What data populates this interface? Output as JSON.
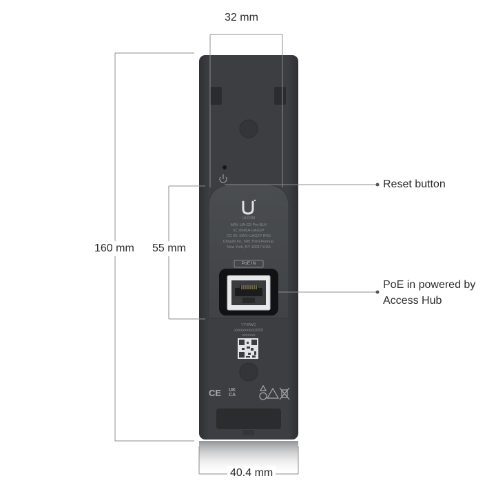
{
  "dimensions": {
    "top_width": "32 mm",
    "height_total": "160 mm",
    "height_module": "55 mm",
    "bottom_width": "40.4 mm"
  },
  "callouts": {
    "reset": "Reset button",
    "poe_line1": "PoE in powered by",
    "poe_line2": "Access Hub"
  },
  "device": {
    "brand": "ULCOM",
    "label_lines": [
      "M/N: UA-G2-Pro-BLK",
      "IC: 6545A-UAG2P",
      "CC ID: SWX-UAG2P   IP55",
      "Ubiquiti Inc. 685 Third Avenue,",
      "New York, NY 10017 USA"
    ],
    "poe_tag": "PoE IN",
    "date_code": "YYWWC",
    "serial": "xxxxxxxxxxXXX",
    "serial2": "xxxxxxx",
    "cert_marks": [
      "CE",
      "UK CA"
    ]
  },
  "colors": {
    "body": "#3b3d40",
    "module": "#44474a",
    "dimension_line": "#8c8c8c"
  }
}
